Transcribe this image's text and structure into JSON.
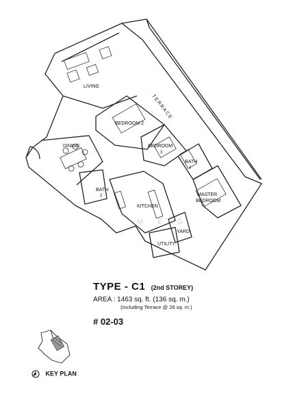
{
  "rooms": {
    "living": "LIVING",
    "terrace": "TERRACE",
    "bedroom2": "BEDROOM 2",
    "dining": "DINING",
    "bedroom3": "BEDROOM",
    "bedroom3_no": "3",
    "bath1": "BATH",
    "bath1_no": "1",
    "bath2": "BATH",
    "bath2_no": "2",
    "master1": "MASTER",
    "master2": "BEDROOM",
    "kitchen": "KITCHEN",
    "yard": "YARD",
    "utility": "UTILITY"
  },
  "info": {
    "type_main": "TYPE - C1",
    "type_sub": "(2nd STOREY)",
    "area": "AREA : 1463 sq. ft. (136 sq. m.)",
    "including": "(Including Terrace @ 26 sq. m.)",
    "unit_number": "# 02-03"
  },
  "watermark": "M E G",
  "key_plan": {
    "label": "KEY PLAN"
  }
}
